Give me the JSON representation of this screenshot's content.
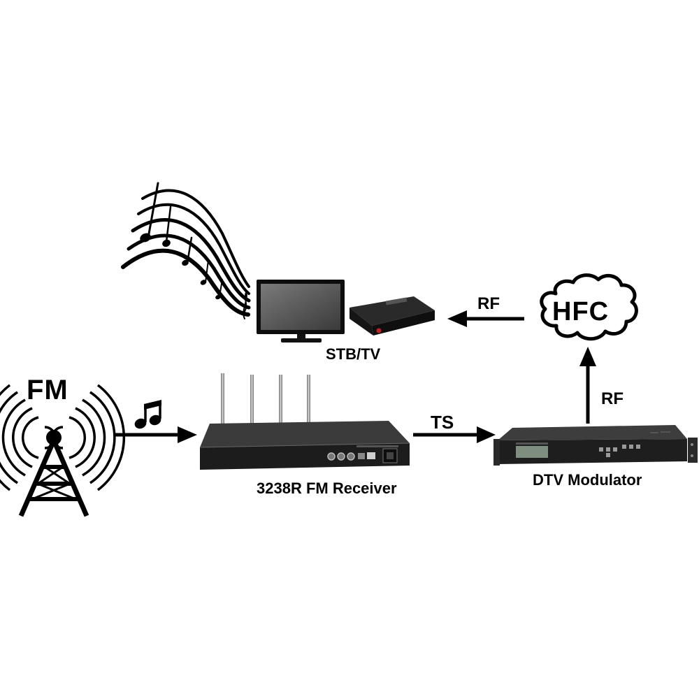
{
  "nodes": {
    "fm_source": {
      "label": "FM"
    },
    "receiver": {
      "label": "3238R FM Receiver"
    },
    "modulator": {
      "label": "DTV Modulator"
    },
    "hfc": {
      "label": "HFC"
    },
    "stb_tv": {
      "label": "STB/TV"
    }
  },
  "edges": [
    {
      "from": "fm_source",
      "to": "receiver",
      "label": "",
      "icon": "music-note-icon"
    },
    {
      "from": "receiver",
      "to": "modulator",
      "label": "TS"
    },
    {
      "from": "modulator",
      "to": "hfc",
      "label": "RF"
    },
    {
      "from": "hfc",
      "to": "stb_tv",
      "label": "RF"
    }
  ],
  "colors": {
    "ink": "#000000",
    "device_body": "#1c1c1c",
    "screen": "#555555",
    "background": "#ffffff"
  }
}
